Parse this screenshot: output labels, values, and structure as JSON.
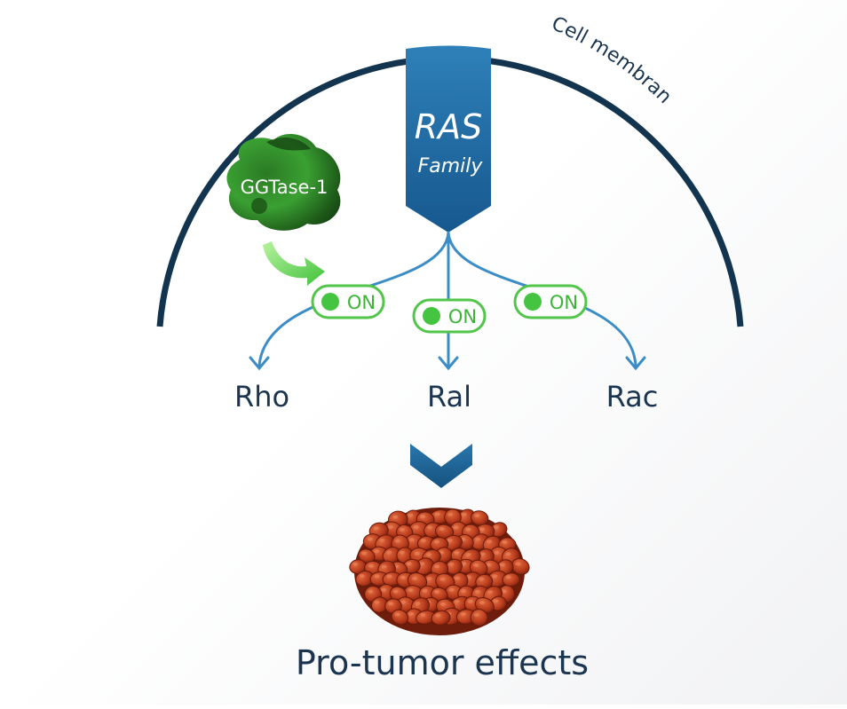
{
  "membrane": {
    "label": "Cell membrane"
  },
  "ras": {
    "title": "RAS",
    "subtitle": "Family"
  },
  "enzyme": {
    "label": "GGTase-1"
  },
  "switches": [
    {
      "label": "ON"
    },
    {
      "label": "ON"
    },
    {
      "label": "ON"
    }
  ],
  "targets": [
    "Rho",
    "Ral",
    "Rac"
  ],
  "outcome": {
    "label": "Pro-tumor effects"
  },
  "colors": {
    "membrane": "#12344f",
    "ras_top": "#2d7cb4",
    "ras_bottom": "#17598f",
    "arrow": "#3c8dc6",
    "switch_green": "#45c441",
    "enzyme_green": "#2f9a2b",
    "text_dark": "#1b3550",
    "tumor": "#b0391c"
  }
}
